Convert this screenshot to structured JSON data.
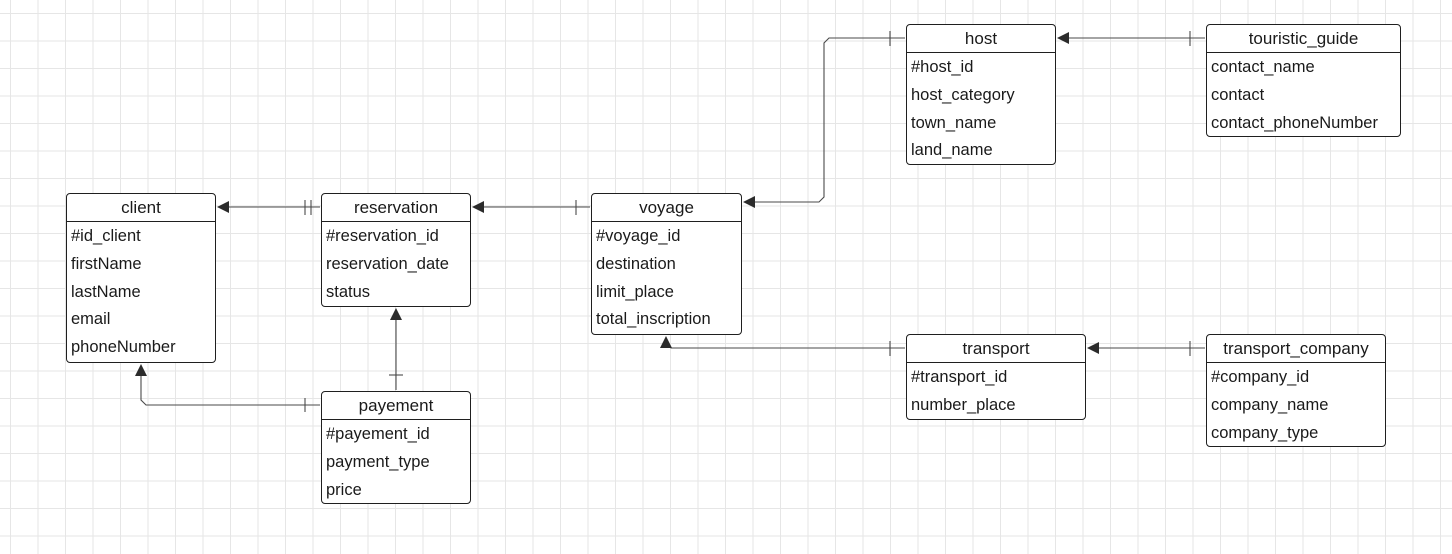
{
  "diagram": {
    "entities": [
      {
        "id": "client",
        "name": "client",
        "fields": [
          "#id_client",
          "firstName",
          "lastName",
          "email",
          "phoneNumber"
        ]
      },
      {
        "id": "reservation",
        "name": "reservation",
        "fields": [
          "#reservation_id",
          "reservation_date",
          "status"
        ]
      },
      {
        "id": "voyage",
        "name": "voyage",
        "fields": [
          "#voyage_id",
          "destination",
          "limit_place",
          "total_inscription"
        ]
      },
      {
        "id": "host",
        "name": "host",
        "fields": [
          "#host_id",
          "host_category",
          "town_name",
          "land_name"
        ]
      },
      {
        "id": "touristic_guide",
        "name": "touristic_guide",
        "fields": [
          "contact_name",
          "contact",
          "contact_phoneNumber"
        ]
      },
      {
        "id": "payement",
        "name": "payement",
        "fields": [
          "#payement_id",
          "payment_type",
          "price"
        ]
      },
      {
        "id": "transport",
        "name": "transport",
        "fields": [
          "#transport_id",
          "number_place"
        ]
      },
      {
        "id": "transport_company",
        "name": "transport_company",
        "fields": [
          "#company_id",
          "company_name",
          "company_type"
        ]
      }
    ],
    "relationships": [
      {
        "from": "reservation",
        "to": "client",
        "source_end": "double-bar",
        "target_end": "arrow"
      },
      {
        "from": "voyage",
        "to": "reservation",
        "source_end": "bar",
        "target_end": "arrow"
      },
      {
        "from": "host",
        "to": "voyage",
        "source_end": "bar",
        "target_end": "arrow"
      },
      {
        "from": "touristic_guide",
        "to": "host",
        "source_end": "bar",
        "target_end": "arrow"
      },
      {
        "from": "payement",
        "to": "reservation",
        "source_end": "bar",
        "target_end": "arrow"
      },
      {
        "from": "payement",
        "to": "client",
        "source_end": "bar",
        "target_end": "arrow"
      },
      {
        "from": "transport",
        "to": "voyage",
        "source_end": "bar",
        "target_end": "arrow"
      },
      {
        "from": "transport_company",
        "to": "transport",
        "source_end": "bar",
        "target_end": "arrow"
      }
    ]
  }
}
